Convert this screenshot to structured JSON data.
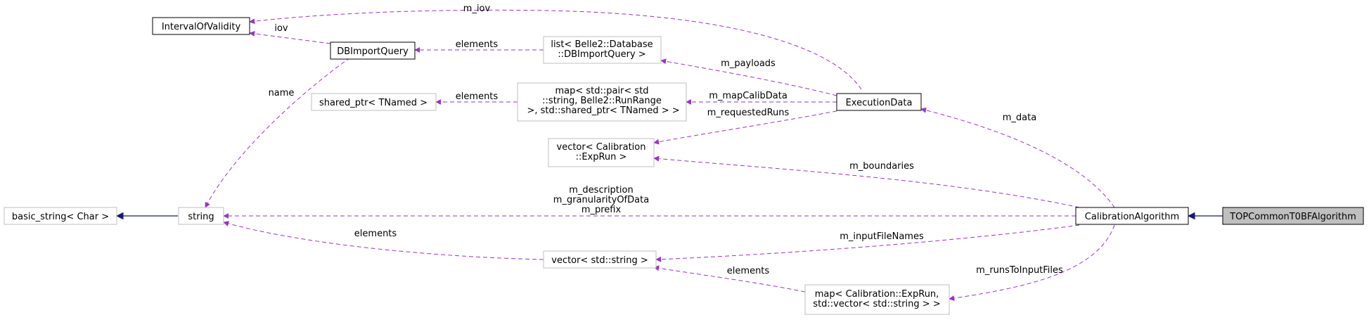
{
  "colors": {
    "dependency_edge": "#9a32cd",
    "inheritance_edge": "#191970",
    "documented_border": "#000000",
    "undocumented_border": "#bfbfbf",
    "highlight_fill": "#bfbfbf"
  },
  "nodes": {
    "interval_of_validity": [
      "IntervalOfValidity"
    ],
    "db_import_query": [
      "DBImportQuery"
    ],
    "list_db_import_query": [
      "list< Belle2::Database",
      "::DBImportQuery >"
    ],
    "shared_ptr_tnamed": [
      "shared_ptr< TNamed >"
    ],
    "map_pair_string_runrange": [
      "map< std::pair< std",
      "::string, Belle2::RunRange",
      " >, std::shared_ptr< TNamed > >"
    ],
    "execution_data": [
      "ExecutionData"
    ],
    "vector_expruns": [
      "vector< Calibration",
      "::ExpRun >"
    ],
    "basic_string_char": [
      "basic_string< Char >"
    ],
    "string": [
      "string"
    ],
    "calibration_algorithm": [
      "CalibrationAlgorithm"
    ],
    "top_common_t0_bf_algorithm": [
      "TOPCommonT0BFAlgorithm"
    ],
    "vector_std_string": [
      "vector< std::string >"
    ],
    "map_expruns_vector_string": [
      "map< Calibration::ExpRun,",
      "std::vector< std::string > >"
    ]
  },
  "edge_labels": {
    "m_iov": [
      "m_iov"
    ],
    "iov": [
      "iov"
    ],
    "elements_list": [
      "elements"
    ],
    "m_payloads": [
      "m_payloads"
    ],
    "elements_shared": [
      "elements"
    ],
    "m_mapCalibData": [
      "m_mapCalibData"
    ],
    "m_requestedRuns": [
      "m_requestedRuns"
    ],
    "name": [
      "name"
    ],
    "m_data": [
      "m_data"
    ],
    "m_boundaries": [
      "m_boundaries"
    ],
    "m_strings": [
      "m_description",
      "m_granularityOfData",
      "m_prefix"
    ],
    "elements_string": [
      "elements"
    ],
    "m_inputFileNames": [
      "m_inputFileNames"
    ],
    "elements_vector": [
      "elements"
    ],
    "m_runsToInputFiles": [
      "m_runsToInputFiles"
    ]
  }
}
